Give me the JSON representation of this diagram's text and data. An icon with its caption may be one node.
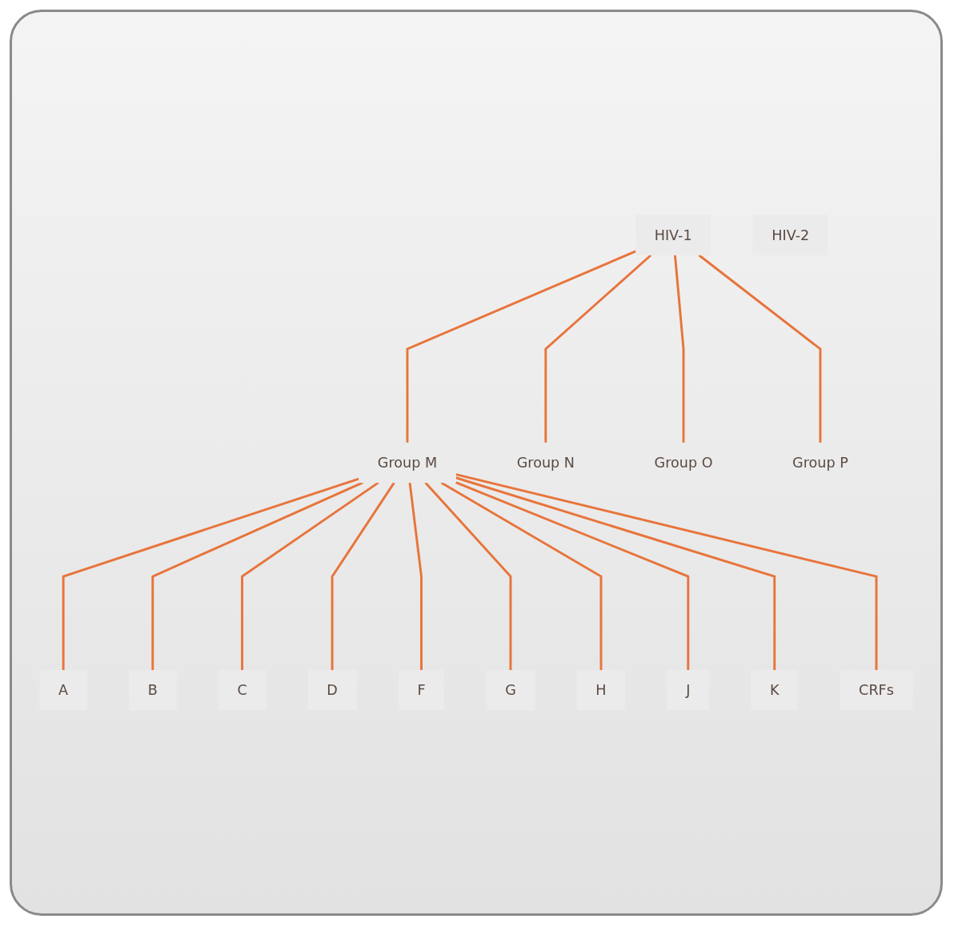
{
  "diagram": {
    "nodes": [
      {
        "text": [
          "HIV-1"
        ]
      },
      {
        "text": [
          "HIV-2"
        ]
      },
      {
        "text": [
          "Group M"
        ]
      },
      {
        "text": [
          "Group N"
        ]
      },
      {
        "text": [
          "Group O"
        ]
      },
      {
        "text": [
          "Group P"
        ]
      },
      {
        "text": [
          "A"
        ]
      },
      {
        "text": [
          "B"
        ]
      },
      {
        "text": [
          "C"
        ]
      },
      {
        "text": [
          "D"
        ]
      },
      {
        "text": [
          "F"
        ]
      },
      {
        "text": [
          "G"
        ]
      },
      {
        "text": [
          "H"
        ]
      },
      {
        "text": [
          "J"
        ]
      },
      {
        "text": [
          "K"
        ]
      },
      {
        "text": [
          "CRFs"
        ]
      }
    ],
    "edges": [
      {
        "from": 0,
        "to": 2,
        "arrow": "none"
      },
      {
        "from": 0,
        "to": 3,
        "arrow": "none"
      },
      {
        "from": 0,
        "to": 4,
        "arrow": "none"
      },
      {
        "from": 0,
        "to": 5,
        "arrow": "none"
      },
      {
        "from": 2,
        "to": 6,
        "arrow": "none"
      },
      {
        "from": 2,
        "to": 7,
        "arrow": "none"
      },
      {
        "from": 2,
        "to": 8,
        "arrow": "none"
      },
      {
        "from": 2,
        "to": 9,
        "arrow": "none"
      },
      {
        "from": 2,
        "to": 10,
        "arrow": "none"
      },
      {
        "from": 2,
        "to": 11,
        "arrow": "none"
      },
      {
        "from": 2,
        "to": 12,
        "arrow": "none"
      },
      {
        "from": 2,
        "to": 13,
        "arrow": "none"
      },
      {
        "from": 2,
        "to": 14,
        "arrow": "none"
      },
      {
        "from": 2,
        "to": 15,
        "arrow": "none"
      }
    ]
  }
}
